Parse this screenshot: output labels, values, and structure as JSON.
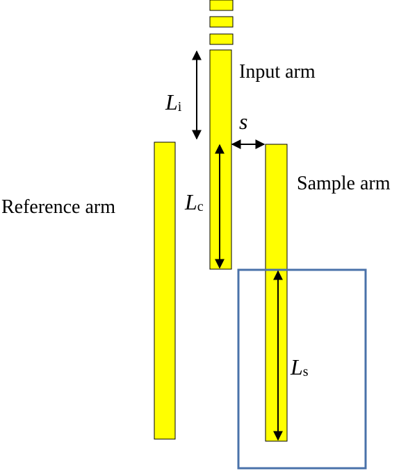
{
  "labels": {
    "input_arm": "Input arm",
    "sample_arm": "Sample arm",
    "reference_arm": "Reference arm"
  },
  "dimensions": {
    "Li": {
      "symbol": "L",
      "subscript": "i"
    },
    "Lc": {
      "symbol": "L",
      "subscript": "c"
    },
    "Ls": {
      "symbol": "L",
      "subscript": "s"
    },
    "s": {
      "symbol": "s"
    }
  },
  "colors": {
    "arm_fill": "#ffff00",
    "arm_stroke": "#000000",
    "sample_region_stroke": "#4a72aa"
  }
}
